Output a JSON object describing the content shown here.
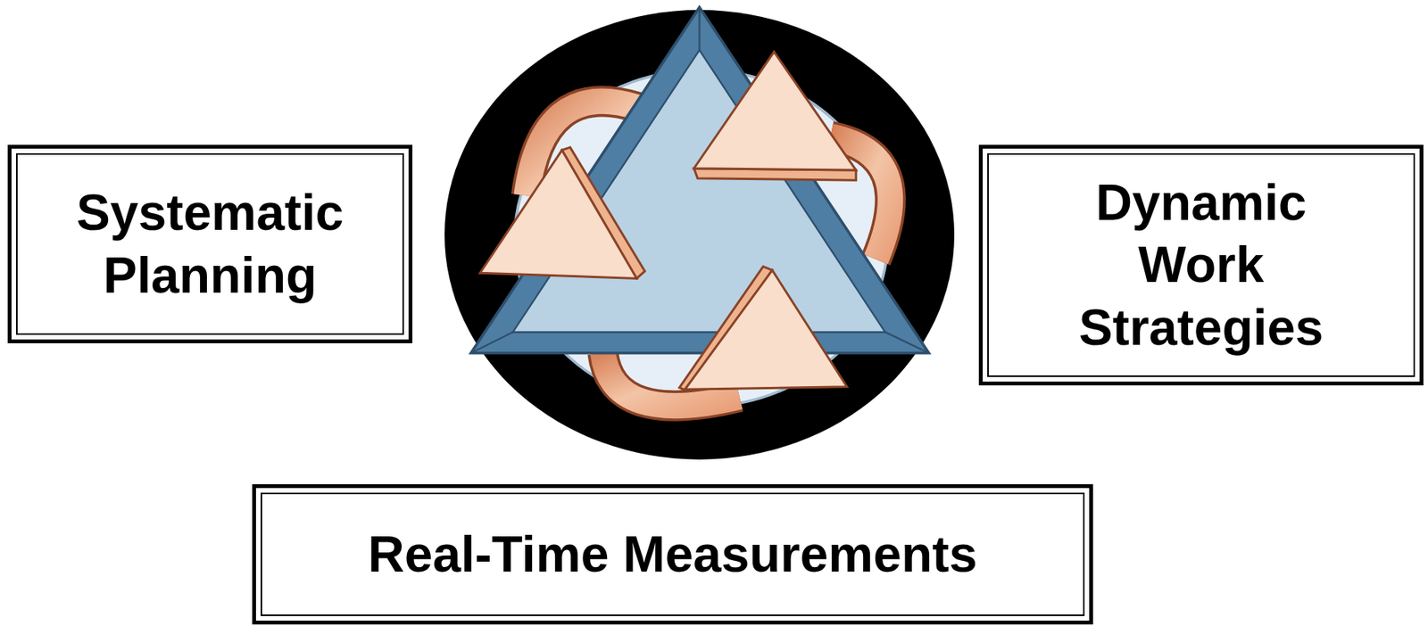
{
  "diagram": {
    "nodes": [
      {
        "text": [
          "Systematic Planning"
        ]
      },
      {
        "text": [
          "Dynamic Work Strategies"
        ]
      },
      {
        "text": [
          "Real-Time Measurements"
        ]
      }
    ]
  }
}
